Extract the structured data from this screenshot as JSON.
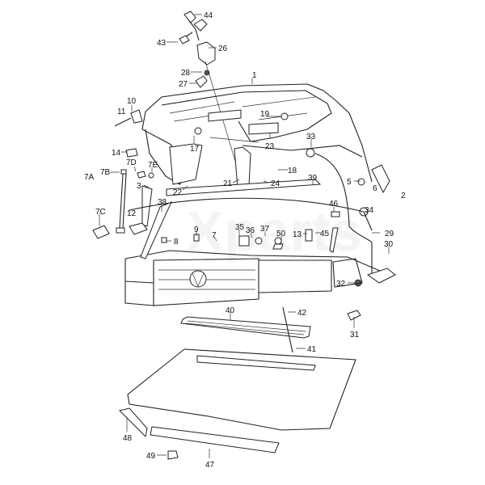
{
  "diagram": {
    "watermark": "Xparts",
    "labels": [
      "44",
      "43",
      "26",
      "28",
      "27",
      "1",
      "10",
      "11",
      "19",
      "17",
      "23",
      "33",
      "14",
      "7D",
      "7E",
      "7B",
      "7A",
      "18",
      "5",
      "6",
      "2",
      "3",
      "22",
      "21",
      "24",
      "39",
      "38",
      "7C",
      "12",
      "46",
      "34",
      "35",
      "36",
      "37",
      "9",
      "7",
      "8",
      "50",
      "13",
      "45",
      "29",
      "30",
      "32",
      "40",
      "42",
      "31",
      "41",
      "48",
      "49",
      "47"
    ]
  }
}
